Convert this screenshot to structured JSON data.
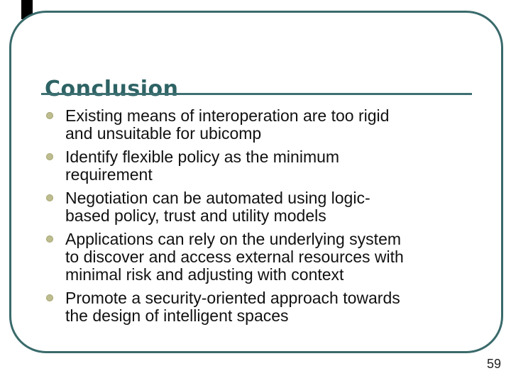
{
  "slide": {
    "title": "Conclusion",
    "bullets": [
      {
        "lines": [
          "Existing means of interoperation are too rigid",
          "and unsuitable for ubicomp"
        ]
      },
      {
        "lines": [
          "Identify flexible policy as the minimum",
          "requirement"
        ]
      },
      {
        "lines": [
          "Negotiation can be automated using logic-",
          "based policy, trust and utility models"
        ]
      },
      {
        "lines": [
          "Applications can rely on the underlying system",
          "to discover and access external resources with",
          "minimal risk and adjusting with context"
        ]
      },
      {
        "lines": [
          "Promote a security-oriented approach towards",
          "the design of intelligent spaces"
        ]
      }
    ],
    "page_number": "59",
    "colors": {
      "title_teal": "#2e6365",
      "frame_teal": "#3a6a6b",
      "underline_teal": "#3e7072",
      "bullet_olive": "#bdbd8f"
    }
  }
}
